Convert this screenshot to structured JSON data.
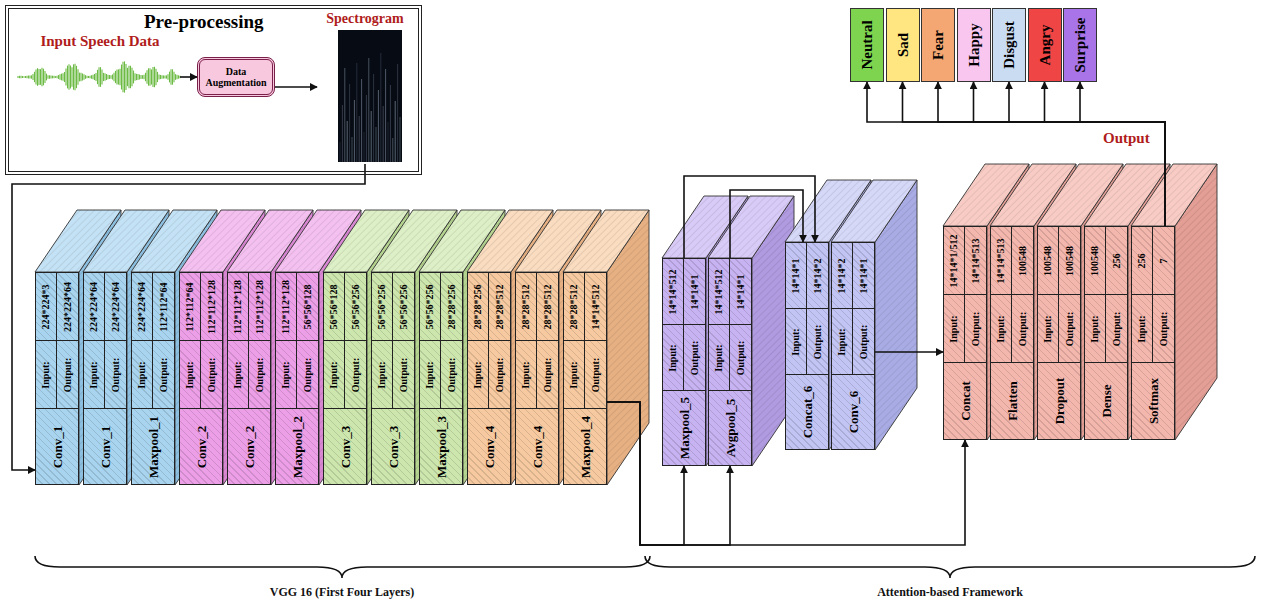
{
  "diagram": {
    "nodes": [
      {
        "text": [
          "Pre-processing"
        ]
      },
      {
        "text": [
          "Input Speech Data"
        ],
        "in": 0
      },
      {
        "text": [
          "Data Augmentation"
        ],
        "in": 0
      },
      {
        "text": [
          "Spectrogram"
        ],
        "in": 0
      },
      {
        "text": [
          "Input:",
          "224*224*3",
          "Output:",
          "224*224*64",
          "Conv_1"
        ]
      },
      {
        "text": [
          "Input:",
          "224*224*64",
          "Output:",
          "224*224*64",
          "Conv_1"
        ]
      },
      {
        "text": [
          "Input:",
          "224*224*64",
          "Output:",
          "112*112*64",
          "Maxpool_1"
        ]
      },
      {
        "text": [
          "Input:",
          "112*112*64",
          "Output:",
          "112*112*128",
          "Conv_2"
        ]
      },
      {
        "text": [
          "Input:",
          "112*112*128",
          "Output:",
          "112*112*128",
          "Conv_2"
        ]
      },
      {
        "text": [
          "Input:",
          "112*112*128",
          "Output:",
          "56*56*128",
          "Maxpool_2"
        ]
      },
      {
        "text": [
          "Input:",
          "56*56*128",
          "Output:",
          "56*56*256",
          "Conv_3"
        ]
      },
      {
        "text": [
          "Input:",
          "56*56*256",
          "Output:",
          "56*56*256",
          "Conv_3"
        ]
      },
      {
        "text": [
          "Input:",
          "56*56*256",
          "Output:",
          "28*28*256",
          "Maxpool_3"
        ]
      },
      {
        "text": [
          "Input:",
          "28*28*256",
          "Output:",
          "28*28*512",
          "Conv_4"
        ]
      },
      {
        "text": [
          "Input:",
          "28*28*512",
          "Output:",
          "28*28*512",
          "Conv_4"
        ]
      },
      {
        "text": [
          "Input:",
          "28*28*512",
          "Output:",
          "14*14*512",
          "Maxpool_4"
        ]
      },
      {
        "text": [
          "Input:",
          "14*14*512",
          "Output:",
          "14*14*1",
          "Maxpool_5"
        ]
      },
      {
        "text": [
          "Input:",
          "14*14*512",
          "Output:",
          "14*14*1",
          "Avgpool_5"
        ]
      },
      {
        "text": [
          "Input:",
          "14*14*1",
          "Output:",
          "14*14*2",
          "Concat_6"
        ]
      },
      {
        "text": [
          "Input:",
          "14*14*2",
          "Output:",
          "14*14*1",
          "Conv_6"
        ]
      },
      {
        "text": [
          "Input:",
          "14*14*1/512",
          "Output:",
          "14*14*513",
          "Concat"
        ]
      },
      {
        "text": [
          "Input:",
          "14*14*513",
          "Output:",
          "100548",
          "Flatten"
        ]
      },
      {
        "text": [
          "Input:",
          "100548",
          "Output:",
          "100548",
          "Dropout"
        ]
      },
      {
        "text": [
          "Input:",
          "100548",
          "Output:",
          "256",
          "Dense"
        ]
      },
      {
        "text": [
          "Input:",
          "256",
          "Output:",
          "7",
          "Softmax"
        ]
      },
      {
        "text": [
          "Neutral"
        ]
      },
      {
        "text": [
          "Sad"
        ]
      },
      {
        "text": [
          "Fear"
        ]
      },
      {
        "text": [
          "Happy"
        ]
      },
      {
        "text": [
          "Disgust"
        ]
      },
      {
        "text": [
          "Angry"
        ]
      },
      {
        "text": [
          "Surprise"
        ]
      }
    ],
    "edges": [
      {
        "from": 1,
        "to": 2,
        "arrow": "to"
      },
      {
        "from": 2,
        "to": 3,
        "arrow": "to"
      },
      {
        "from": 3,
        "to": 4,
        "arrow": "to"
      },
      {
        "from": 15,
        "to": 16,
        "arrow": "to"
      },
      {
        "from": 15,
        "to": 17,
        "arrow": "to"
      },
      {
        "from": 15,
        "to": 20,
        "arrow": "to"
      },
      {
        "from": 16,
        "to": 18,
        "arrow": "to"
      },
      {
        "from": 17,
        "to": 18,
        "arrow": "to"
      },
      {
        "from": 19,
        "to": 20,
        "arrow": "to"
      },
      {
        "from": 24,
        "to": 25,
        "arrow": "to"
      },
      {
        "from": 24,
        "to": 26,
        "arrow": "to"
      },
      {
        "from": 24,
        "to": 27,
        "arrow": "to"
      },
      {
        "from": 24,
        "to": 28,
        "arrow": "to"
      },
      {
        "from": 24,
        "to": 29,
        "arrow": "to"
      },
      {
        "from": 24,
        "to": 30,
        "arrow": "to"
      },
      {
        "from": 24,
        "to": 31,
        "arrow": "to"
      }
    ],
    "labels": [
      "Output",
      "VGG 16 (First Four Layers)",
      "Attention-based Framework"
    ]
  }
}
